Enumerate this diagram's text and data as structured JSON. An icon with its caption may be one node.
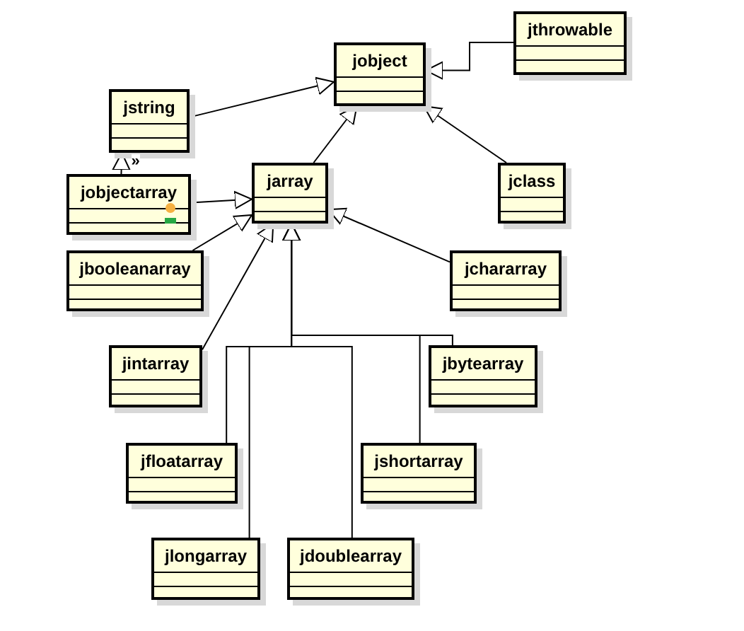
{
  "diagram": {
    "nodes": [
      {
        "text": [
          "jobject"
        ]
      },
      {
        "text": [
          "jthrowable"
        ]
      },
      {
        "text": [
          "jstring"
        ]
      },
      {
        "text": [
          "jobjectarray"
        ]
      },
      {
        "text": [
          "jarray"
        ]
      },
      {
        "text": [
          "jclass"
        ]
      },
      {
        "text": [
          "jbooleanarray"
        ]
      },
      {
        "text": [
          "jchararray"
        ]
      },
      {
        "text": [
          "jintarray"
        ]
      },
      {
        "text": [
          "jbytearray"
        ]
      },
      {
        "text": [
          "jfloatarray"
        ]
      },
      {
        "text": [
          "jshortarray"
        ]
      },
      {
        "text": [
          "jlongarray"
        ]
      },
      {
        "text": [
          "jdoublearray"
        ]
      }
    ],
    "edges": [
      {
        "from": 1,
        "to": 0,
        "arrow": "to"
      },
      {
        "from": 2,
        "to": 0,
        "arrow": "to"
      },
      {
        "from": 4,
        "to": 0,
        "arrow": "to"
      },
      {
        "from": 5,
        "to": 0,
        "arrow": "to"
      },
      {
        "from": 3,
        "to": 2,
        "arrow": "to",
        "label": "»"
      },
      {
        "from": 3,
        "to": 4,
        "arrow": "to"
      },
      {
        "from": 6,
        "to": 4,
        "arrow": "to"
      },
      {
        "from": 7,
        "to": 4,
        "arrow": "to"
      },
      {
        "from": 8,
        "to": 4,
        "arrow": "to"
      },
      {
        "from": 9,
        "to": 4,
        "arrow": "to"
      },
      {
        "from": 10,
        "to": 4,
        "arrow": "to"
      },
      {
        "from": 11,
        "to": 4,
        "arrow": "to"
      },
      {
        "from": 12,
        "to": 4,
        "arrow": "to"
      },
      {
        "from": 13,
        "to": 4,
        "arrow": "to"
      }
    ]
  }
}
